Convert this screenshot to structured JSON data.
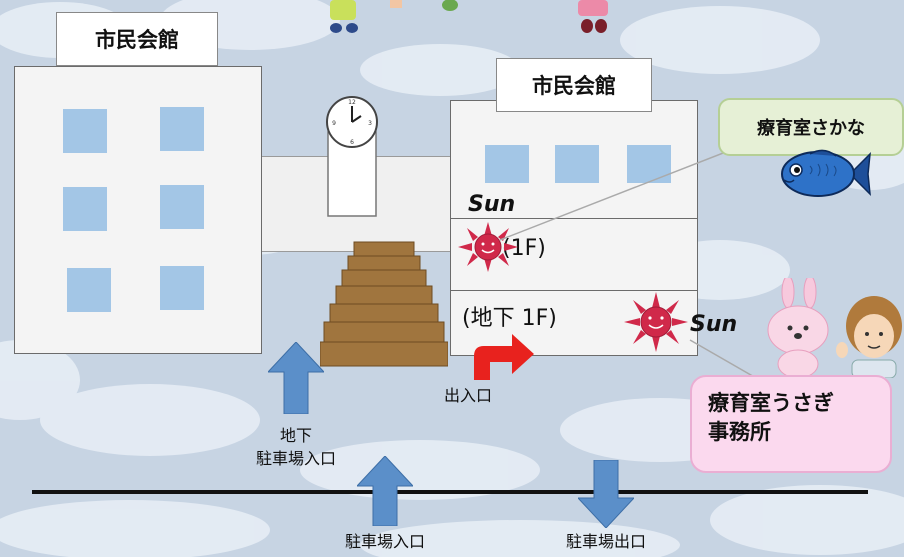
{
  "left_building": {
    "sign": "市民会館"
  },
  "right_building": {
    "sign": "市民会館",
    "floor_1f": "(1F)",
    "floor_b1": "(地下 1F)"
  },
  "sun_labels": {
    "upper": "Sun",
    "lower": "Sun"
  },
  "entrance_label": "出入口",
  "underground_parking_entrance": {
    "line1": "地下",
    "line2": "駐車場入口"
  },
  "parking_entrance": "駐車場入口",
  "parking_exit": "駐車場出口",
  "callout_sakana": "療育室さかな",
  "callout_usagi": {
    "line1": "療育室うさぎ",
    "line2": "事務所"
  },
  "colors": {
    "arrow_blue": "#5b8fc9",
    "arrow_red": "#e8221e",
    "window_blue": "#a3c6e6",
    "stairs_brown": "#a0753e",
    "sun_red": "#d0294a"
  }
}
